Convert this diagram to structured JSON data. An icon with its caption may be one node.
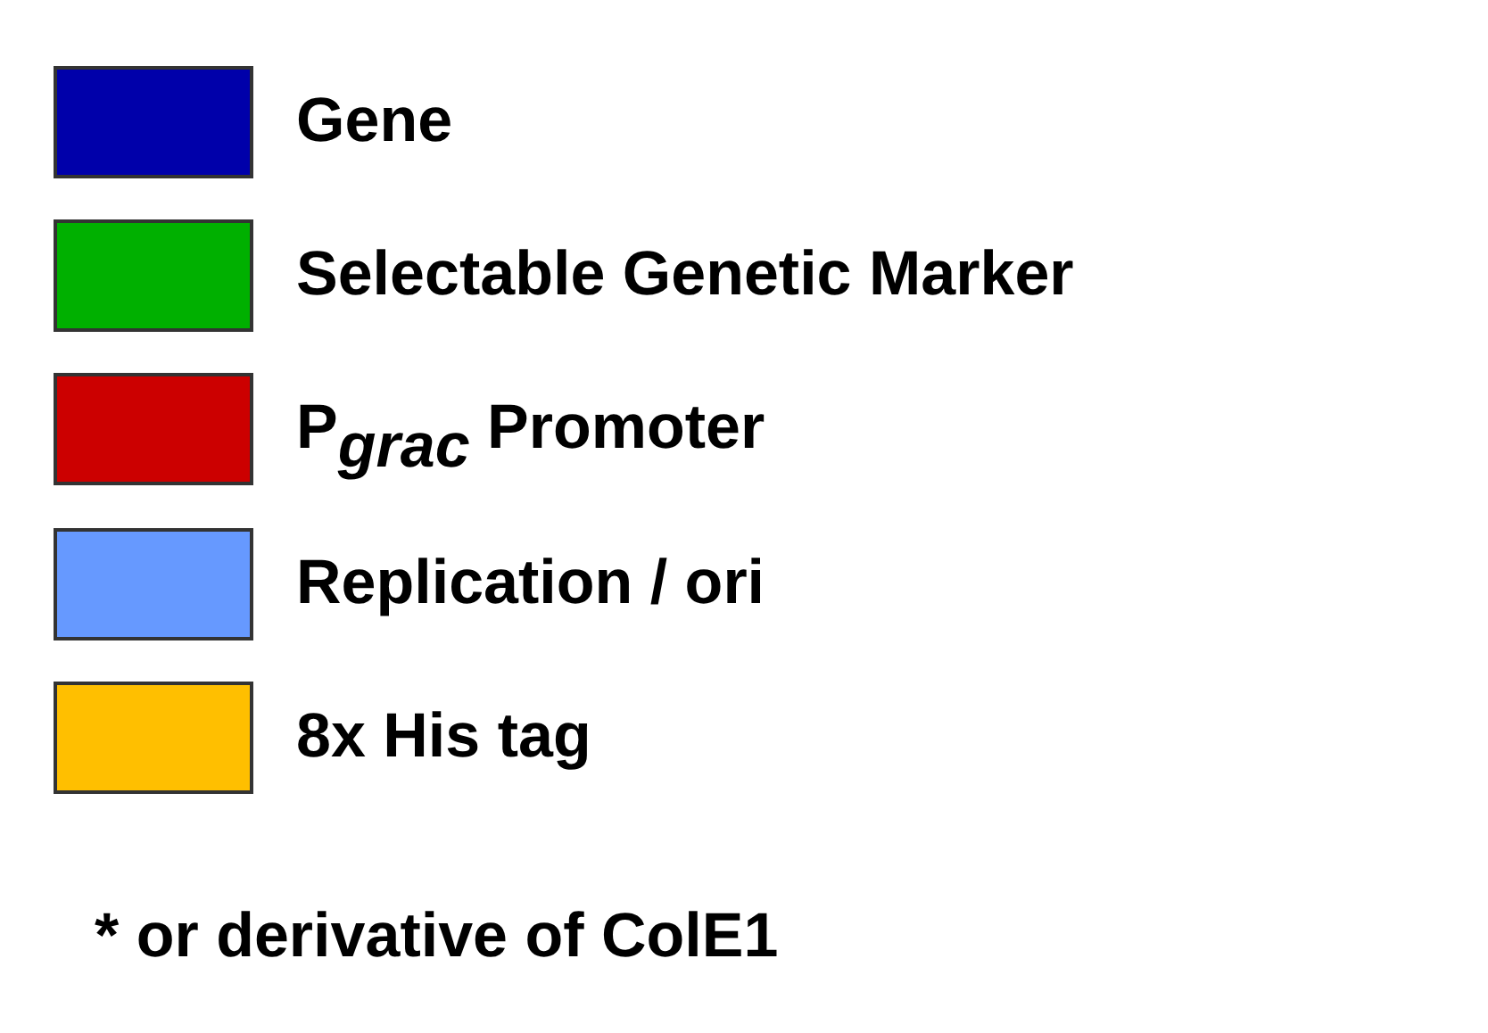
{
  "diagram": {
    "legend": [
      {
        "text": "Gene",
        "color": "#0000aa"
      },
      {
        "text": "Selectable Genetic Marker",
        "color": "#00b000"
      },
      {
        "text": "P$_{grac}$ Promoter",
        "color": "#cc0000"
      },
      {
        "text": "Replication / ori",
        "color": "#6699ff"
      },
      {
        "text": "8x His tag",
        "color": "#ffbf00"
      }
    ],
    "labels": [
      "* or derivative of ColE1"
    ]
  }
}
